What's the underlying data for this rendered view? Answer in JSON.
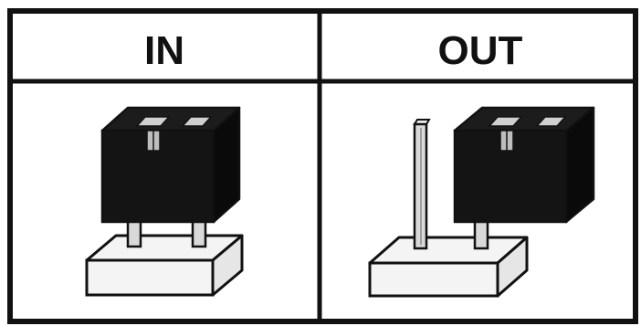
{
  "panels": [
    {
      "id": "in",
      "title": "IN",
      "state": "jumper installed across both pins"
    },
    {
      "id": "out",
      "title": "OUT",
      "state": "jumper parked on a single pin"
    }
  ],
  "colors": {
    "ink": "#111111",
    "jumper": "#141414",
    "pin": "#d9d9d9",
    "base": "#f4f4f4",
    "background": "#ffffff"
  }
}
